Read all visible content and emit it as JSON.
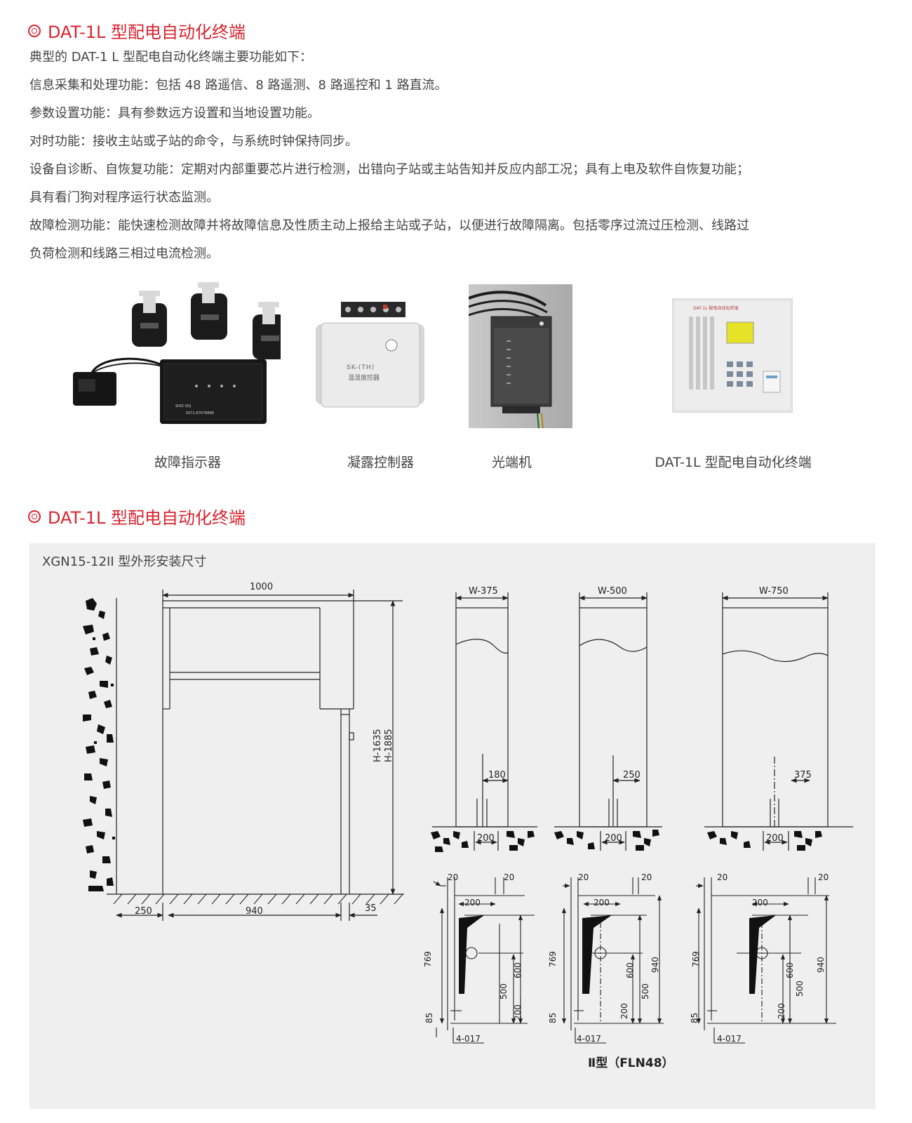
{
  "section1": {
    "heading": "DAT-1L 型配电自动化终端",
    "paragraphs": [
      "典型的 DAT-1 L 型配电自动化终端主要功能如下：",
      "信息采集和处理功能：包括 48 路遥信、8 路遥测、8 路遥控和 1 路直流。",
      "参数设置功能：具有参数远方设置和当地设置功能。",
      "对时功能：接收主站或子站的命令，与系统时钟保持同步。",
      "设备自诊断、自恢复功能：定期对内部重要芯片进行检测，出错向子站或主站告知并反应内部工况；具有上电及软件自恢复功能；",
      "具有看门狗对程序运行状态监测。",
      "故障检测功能：能快速检测故障并将故障信息及性质主动上报给主站或子站，以便进行故障隔离。包括零序过流过压检测、线路过",
      "负荷检测和线路三相过电流检测。"
    ]
  },
  "products": [
    {
      "caption": "故障指示器",
      "device_text": [
        "SHIZ-3DJ",
        "0571-87678886"
      ]
    },
    {
      "caption": "凝露控制器",
      "device_text": [
        "SK-(TH)",
        "温湿度控器"
      ]
    },
    {
      "caption": "光端机"
    },
    {
      "caption": "DAT-1L 型配电自动化终端",
      "device_text": [
        "DAT-1L 配电自动化终端"
      ]
    }
  ],
  "section2": {
    "heading": "DAT-1L 型配电自动化终端",
    "panel_title": "XGN15-12II 型外形安装尺寸",
    "main_dims": {
      "width": "1000",
      "h1": "H-1635",
      "h2": "H-1885",
      "d_left": "250",
      "d_mid": "940",
      "d_right": "35"
    },
    "front_views": [
      {
        "width": "W-375",
        "offset": "180",
        "base": "200"
      },
      {
        "width": "W-500",
        "offset": "250",
        "base": "200"
      },
      {
        "width": "W-750",
        "offset": "375",
        "base": "200"
      }
    ],
    "plan_views": [
      {
        "a": "20",
        "b": "20",
        "c": "200",
        "d": "769",
        "e": "600",
        "f": "500",
        "g": "200",
        "h": "85",
        "holes": "4-017",
        "total": ""
      },
      {
        "a": "20",
        "b": "20",
        "c": "200",
        "d": "769",
        "e": "600",
        "f": "500",
        "g": "200",
        "h": "85",
        "holes": "4-017",
        "total": "940"
      },
      {
        "a": "20",
        "b": "20",
        "c": "200",
        "d": "769",
        "e": "600",
        "f": "500",
        "g": "200",
        "h": "85",
        "holes": "4-017",
        "total": "940"
      }
    ],
    "type_label": "Ⅱ型（FLN48）"
  }
}
